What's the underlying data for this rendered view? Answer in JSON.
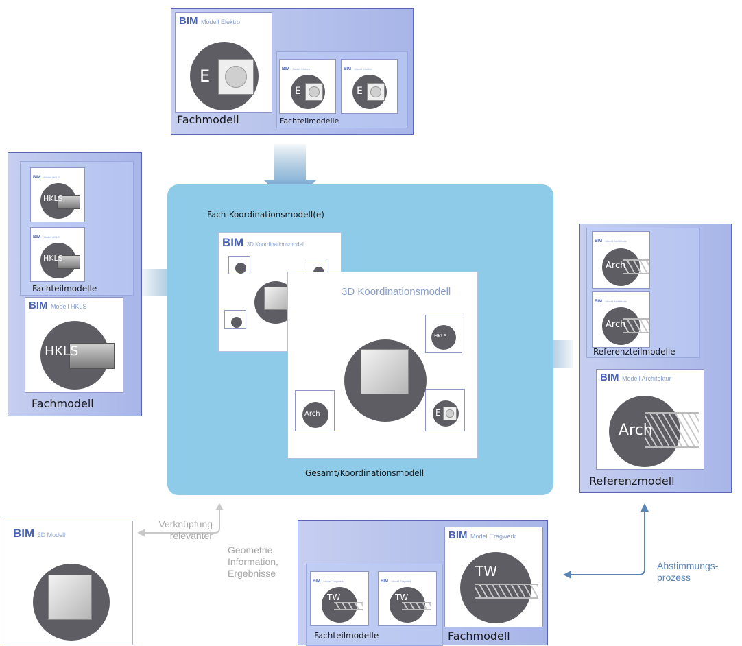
{
  "elektro": {
    "bim": "BIM",
    "modell": "Modell Elektro",
    "letter": "E",
    "fachmodell": "Fachmodell",
    "fachteilmodelle": "Fachteilmodelle",
    "mini_bim": "BIM",
    "mini_modell": "Modell Elektro"
  },
  "hkls": {
    "bim": "BIM",
    "modell": "Modell HKLS",
    "letter": "HKLS",
    "fachmodell": "Fachmodell",
    "fachteilmodelle": "Fachteilmodelle",
    "mini_bim": "BIM",
    "mini_modell": "Modell HKLS"
  },
  "arch": {
    "bim": "BIM",
    "modell": "Modell Architektur",
    "letter": "Arch",
    "referenzmodell": "Referenzmodell",
    "referenzteilmodelle": "Referenzteilmodelle",
    "mini_bim": "BIM",
    "mini_modell": "Modell Architektur"
  },
  "tragwerk": {
    "bim": "BIM",
    "modell": "Modell Tragwerk",
    "letter": "TW",
    "fachmodell": "Fachmodell",
    "fachteilmodelle": "Fachteilmodelle",
    "mini_bim": "BIM",
    "mini_modell": "Modell Tragwerk"
  },
  "center": {
    "fach_koordinationsmodell": "Fach-Koordinationsmodell(e)",
    "gesamt_koordinationsmodell": "Gesamt/Koordinationsmodell",
    "small_bim": "BIM",
    "small_title": "3D Koordinationsmodell",
    "big_title": "3D Koordinationsmodell",
    "letter_arch": "Arch",
    "letter_e": "E",
    "letter_hkls": "HKLS"
  },
  "model3d": {
    "bim": "BIM",
    "title": "3D Modell"
  },
  "notes": {
    "verknuepfung_1": "Verknüpfung",
    "verknuepfung_2": "relevanter",
    "geo_1": "Geometrie,",
    "geo_2": "Information,",
    "geo_3": "Ergebnisse",
    "abst_1": "Abstimmungs-",
    "abst_2": "prozess"
  },
  "colors": {
    "panel_border": "#5a67b8",
    "panel_fill": "#b3bfeb",
    "center_fill": "#8ecbe8",
    "arrow_blue": "#2b6ea5",
    "circle_grey": "#5d5d63",
    "bim_blue": "#4a63b5",
    "connector_grey": "#c8c8c8",
    "connector_blue": "#5b85b5"
  }
}
